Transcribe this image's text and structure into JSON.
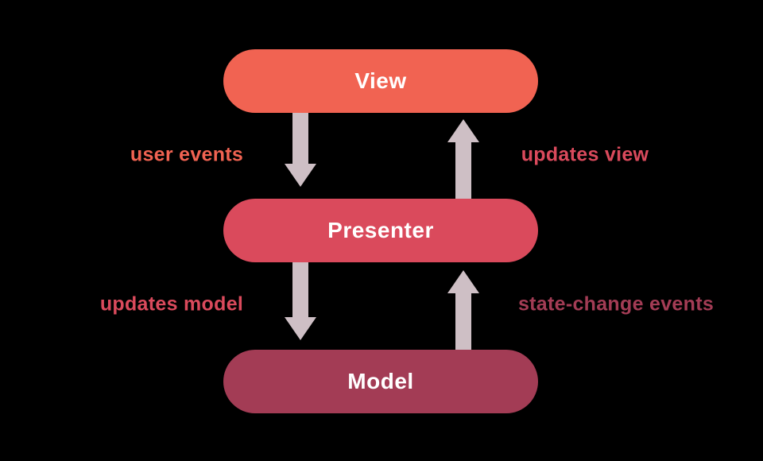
{
  "diagram": {
    "background_color": "#000000",
    "arrow_color": "#CEBFC5",
    "nodes": [
      {
        "id": "view",
        "label": "View",
        "color": "#F16352",
        "text_color": "#FFFFFF"
      },
      {
        "id": "presenter",
        "label": "Presenter",
        "color": "#DA4A5C",
        "text_color": "#FFFFFF"
      },
      {
        "id": "model",
        "label": "Model",
        "color": "#A33C55",
        "text_color": "#FFFFFF"
      }
    ],
    "edges": [
      {
        "from": "view",
        "to": "presenter",
        "direction": "down",
        "label": "user events",
        "label_color": "#F16352"
      },
      {
        "from": "presenter",
        "to": "view",
        "direction": "up",
        "label": "updates view",
        "label_color": "#DA4A5C"
      },
      {
        "from": "presenter",
        "to": "model",
        "direction": "down",
        "label": "updates model",
        "label_color": "#DA4A5C"
      },
      {
        "from": "model",
        "to": "presenter",
        "direction": "up",
        "label": "state-change events",
        "label_color": "#A33C55"
      }
    ]
  }
}
